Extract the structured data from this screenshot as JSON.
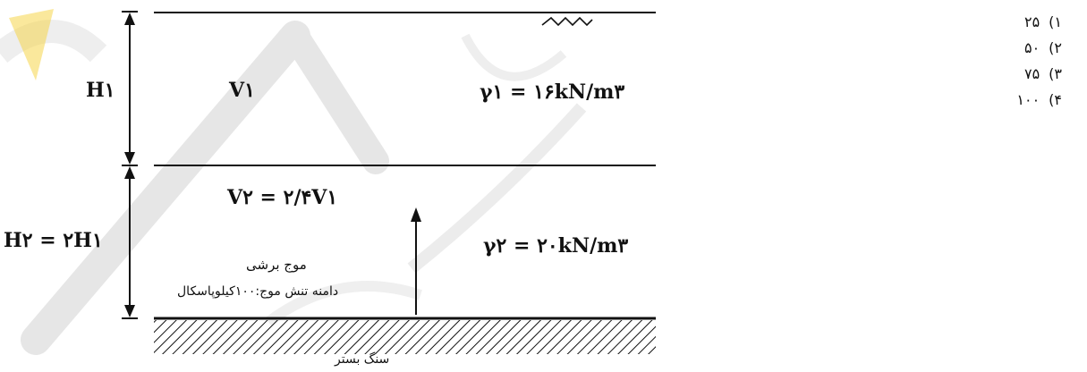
{
  "diagram": {
    "labels": {
      "h1": "H١",
      "h2": "H۲ = ۲H١",
      "v1": "V١",
      "gamma1": "γ١ = ١۶kN/m۳",
      "v2": "V۲ = ۲/۴V١",
      "gamma2": "γ۲ = ۲۰kN/m۳",
      "wave_type": "موج برشی",
      "wave_amplitude": "دامنه تنش موج:۱۰۰کیلوپاسکال",
      "bedrock": "سنگ بستر"
    },
    "colors": {
      "line": "#111111",
      "watermark_gray": "#e6e6e6",
      "watermark_yellow": "#f6d64a"
    }
  },
  "options": [
    {
      "num": "۱)",
      "value": "۲۵"
    },
    {
      "num": "۲)",
      "value": "۵۰"
    },
    {
      "num": "۳)",
      "value": "۷۵"
    },
    {
      "num": "۴)",
      "value": "۱۰۰"
    }
  ]
}
